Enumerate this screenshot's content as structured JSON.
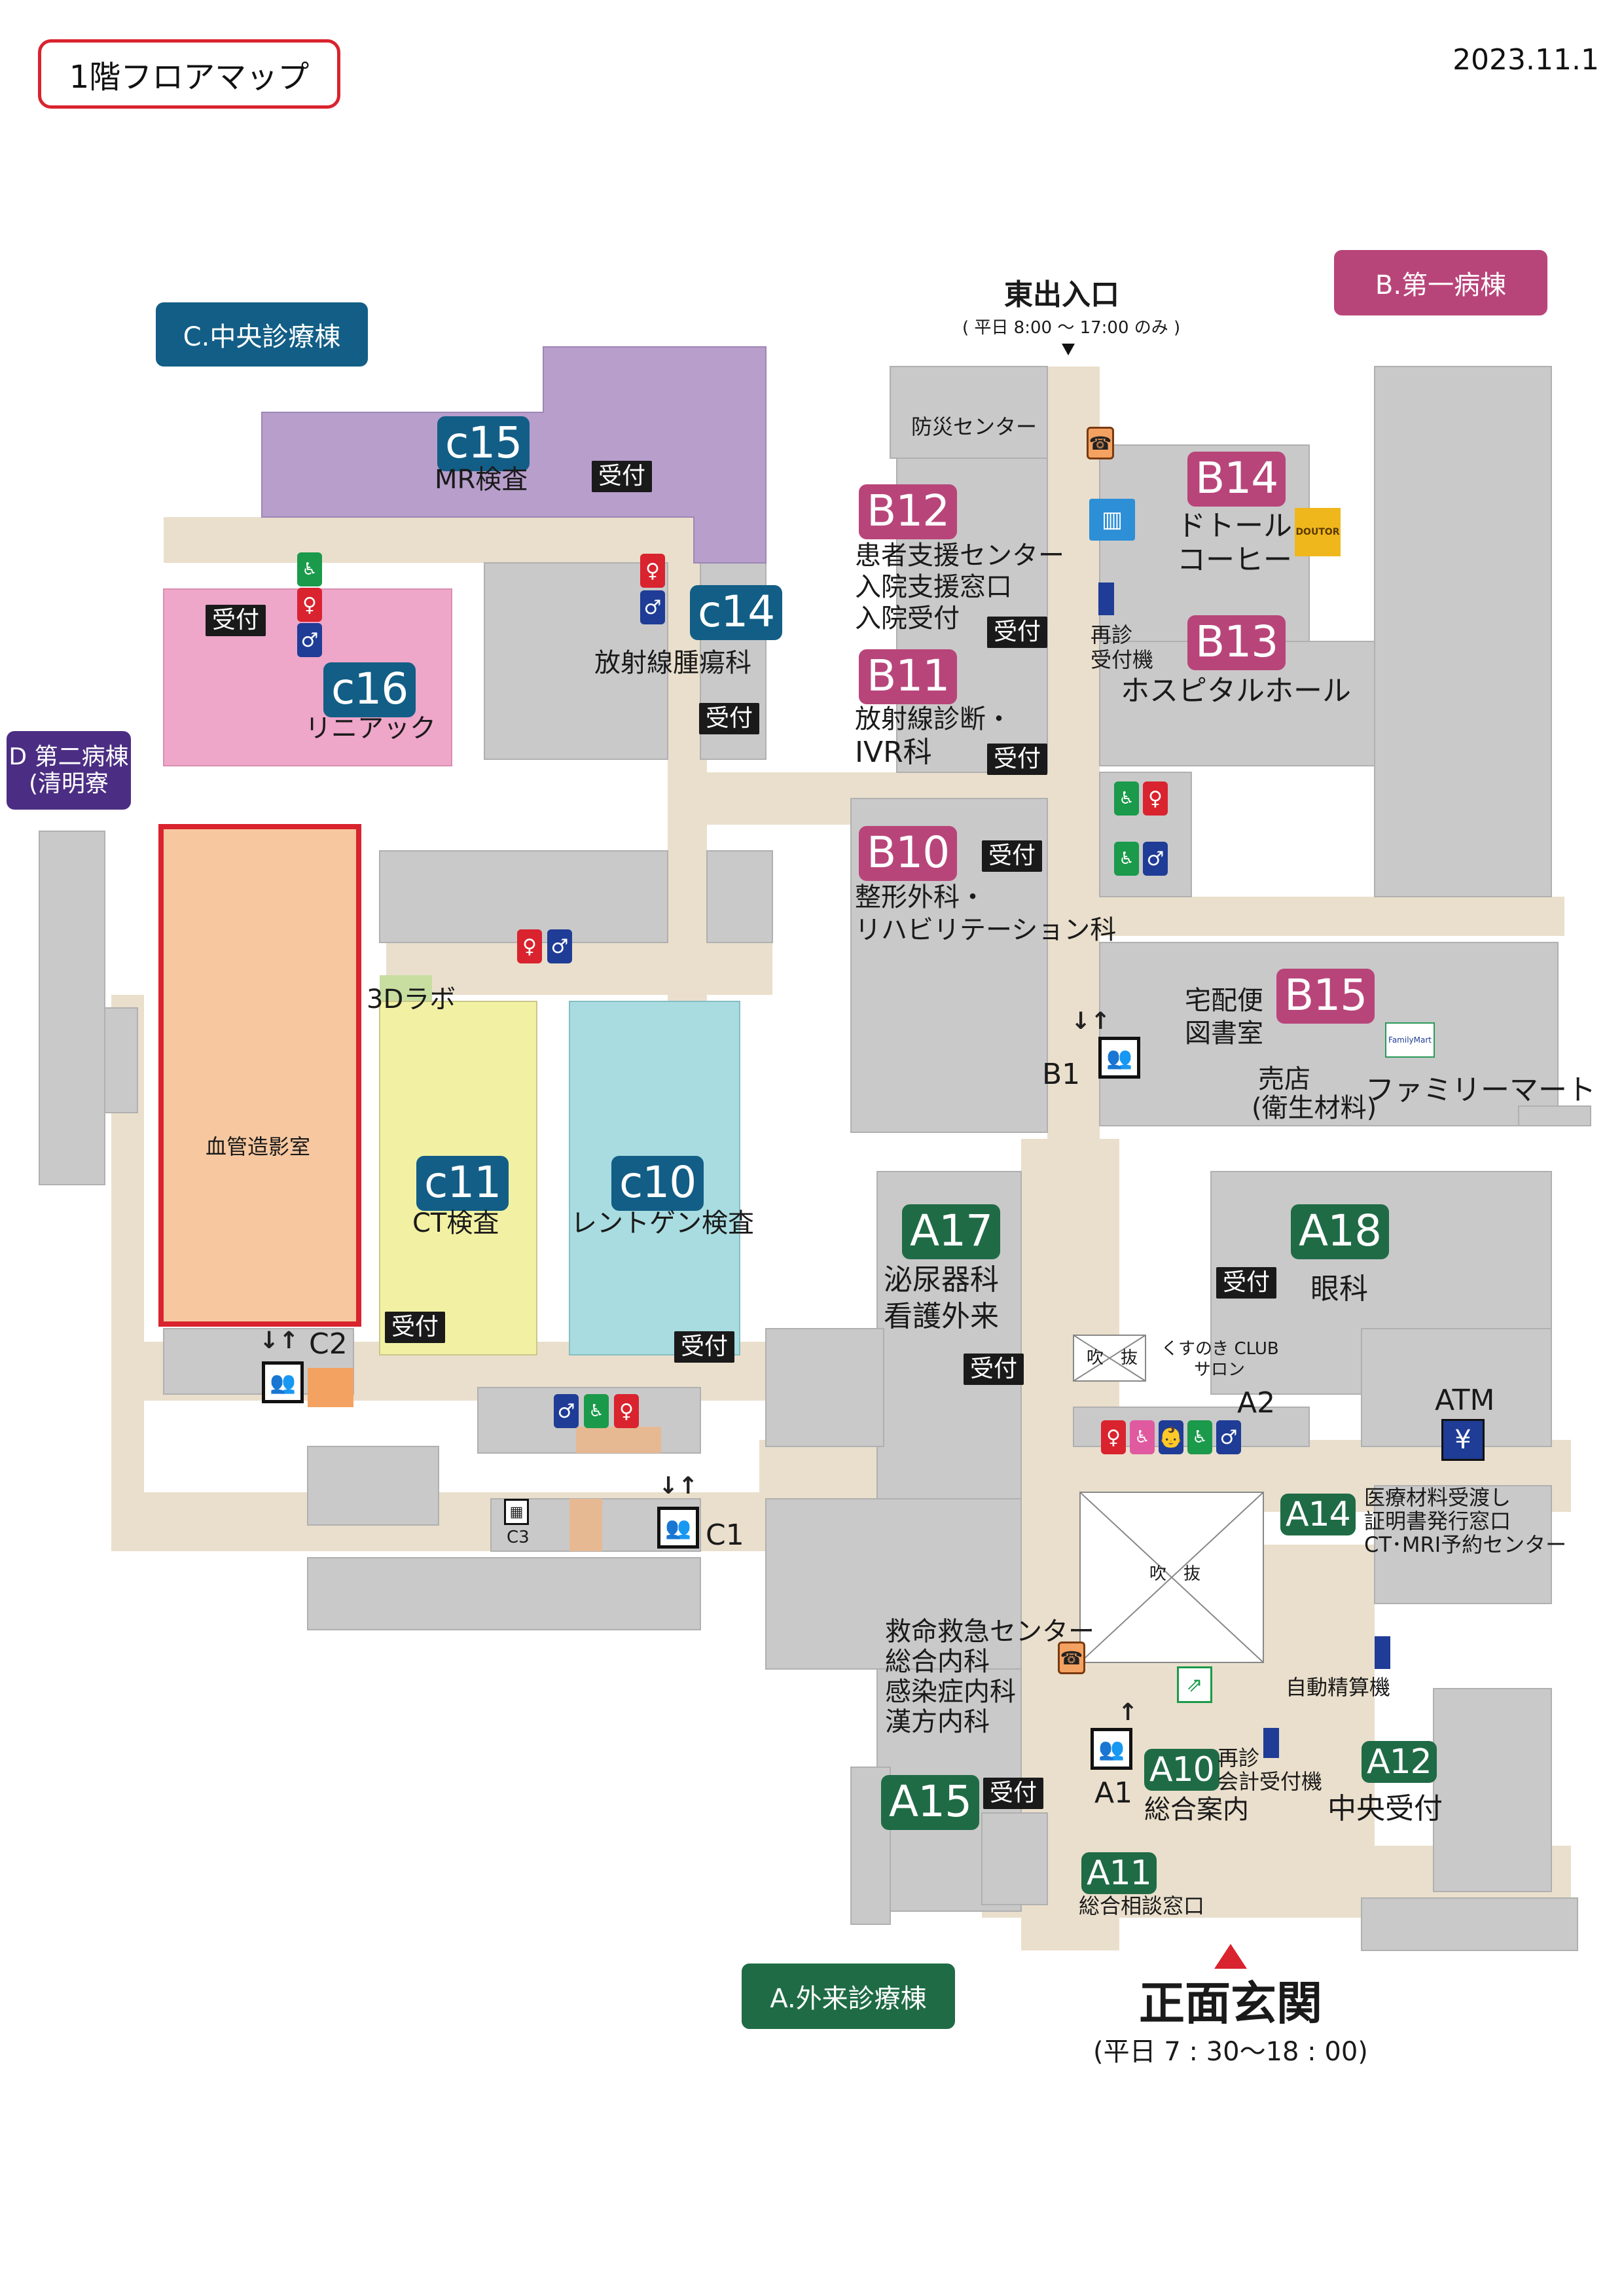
{
  "header": {
    "title": "1階フロアマップ",
    "date": "2023.11.1"
  },
  "buildings": {
    "c_central": "C.中央診療棟",
    "b_first_ward": "B.第一病棟",
    "d_second_ward_line1": "D 第二病棟",
    "d_second_ward_line2": "(清明寮",
    "a_outpatient": "A.外来診療棟"
  },
  "entrances": {
    "east_title": "東出入口",
    "east_hours": "( 平日 8:00 ～ 17:00 のみ )",
    "main_title": "正面玄関",
    "main_hours": "(平日 7 : 30〜18 : 00)"
  },
  "reception": "受付",
  "rooms": {
    "c15": {
      "code": "c15",
      "name": "MR検査"
    },
    "c16": {
      "code": "c16",
      "name": "リニアック"
    },
    "c14": {
      "code": "c14",
      "name": "放射線腫瘍科"
    },
    "c11": {
      "code": "c11",
      "name": "CT検査"
    },
    "c10": {
      "code": "c10",
      "name": "レントゲン検査"
    },
    "angio": "血管造影室",
    "lab3d": "3Dラボ",
    "b12": {
      "code": "B12",
      "line1": "患者支援センター",
      "line2": "入院支援窓口",
      "line3": "入院受付"
    },
    "b11": {
      "code": "B11",
      "line1": "放射線診断・",
      "line2": "IVR科"
    },
    "b14": {
      "code": "B14",
      "line1": "ドトール",
      "line2": "コーヒー"
    },
    "b13": {
      "code": "B13",
      "name": "ホスピタルホール"
    },
    "b10": {
      "code": "B10",
      "line1": "整形外科・",
      "line2": "リハビリテーション科"
    },
    "b15": {
      "code": "B15",
      "name": "ファミリーマート"
    },
    "disaster": "防災センター",
    "reentry_line1": "再診",
    "reentry_line2": "受付機",
    "delivery": "宅配便",
    "library": "図書室",
    "shop_line1": "売店",
    "shop_line2": "(衛生材料)",
    "a17": {
      "code": "A17",
      "line1": "泌尿器科",
      "line2": "看護外来"
    },
    "a18": {
      "code": "A18",
      "name": "眼科"
    },
    "fukinuke": "吹　抜",
    "kusunoki_line1": "くすのき CLUB",
    "kusunoki_line2": "サロン",
    "a14": {
      "code": "A14",
      "line1": "医療材料受渡し",
      "line2": "証明書発行窓口",
      "line3": "CT･MRI予約センター"
    },
    "emergency": {
      "line1": "救命救急センター",
      "line2": "総合内科",
      "line3": "感染症内科",
      "line4": "漢方内科"
    },
    "a15": {
      "code": "A15"
    },
    "a10": {
      "code": "A10",
      "name": "総合案内",
      "machine_line1": "再診",
      "machine_line2": "会計受付機"
    },
    "a12": {
      "code": "A12",
      "name": "中央受付"
    },
    "a11": {
      "code": "A11",
      "name": "総合相談窓口"
    },
    "auto_pay": "自動精算機",
    "atm": "ATM",
    "dotour_logo": "DOUTOR",
    "famima_logo": "FamilyMart"
  },
  "elevators": {
    "c1": "C1",
    "c2": "C2",
    "c3": "C3",
    "b1": "B1",
    "a1": "A1",
    "a2": "A2"
  },
  "icons": {
    "female": "female-restroom-icon",
    "male": "male-restroom-icon",
    "accessible": "accessible-restroom-icon",
    "elevator": "elevator-icon",
    "phone": "public-phone-icon",
    "yen": "yen-icon"
  },
  "colors": {
    "corridor": "#eadfcc",
    "block": "#c9c9c9",
    "purple": "#b79ecb",
    "pink": "#eea6c9",
    "yellow": "#f2f1a3",
    "cyan": "#a8dce0",
    "orange": "#f7c8a0",
    "red": "#d9232e",
    "c_blue": "#125e86",
    "b_magenta": "#b8457a",
    "a_green": "#1f6b45",
    "d_purple": "#4b2e83"
  }
}
